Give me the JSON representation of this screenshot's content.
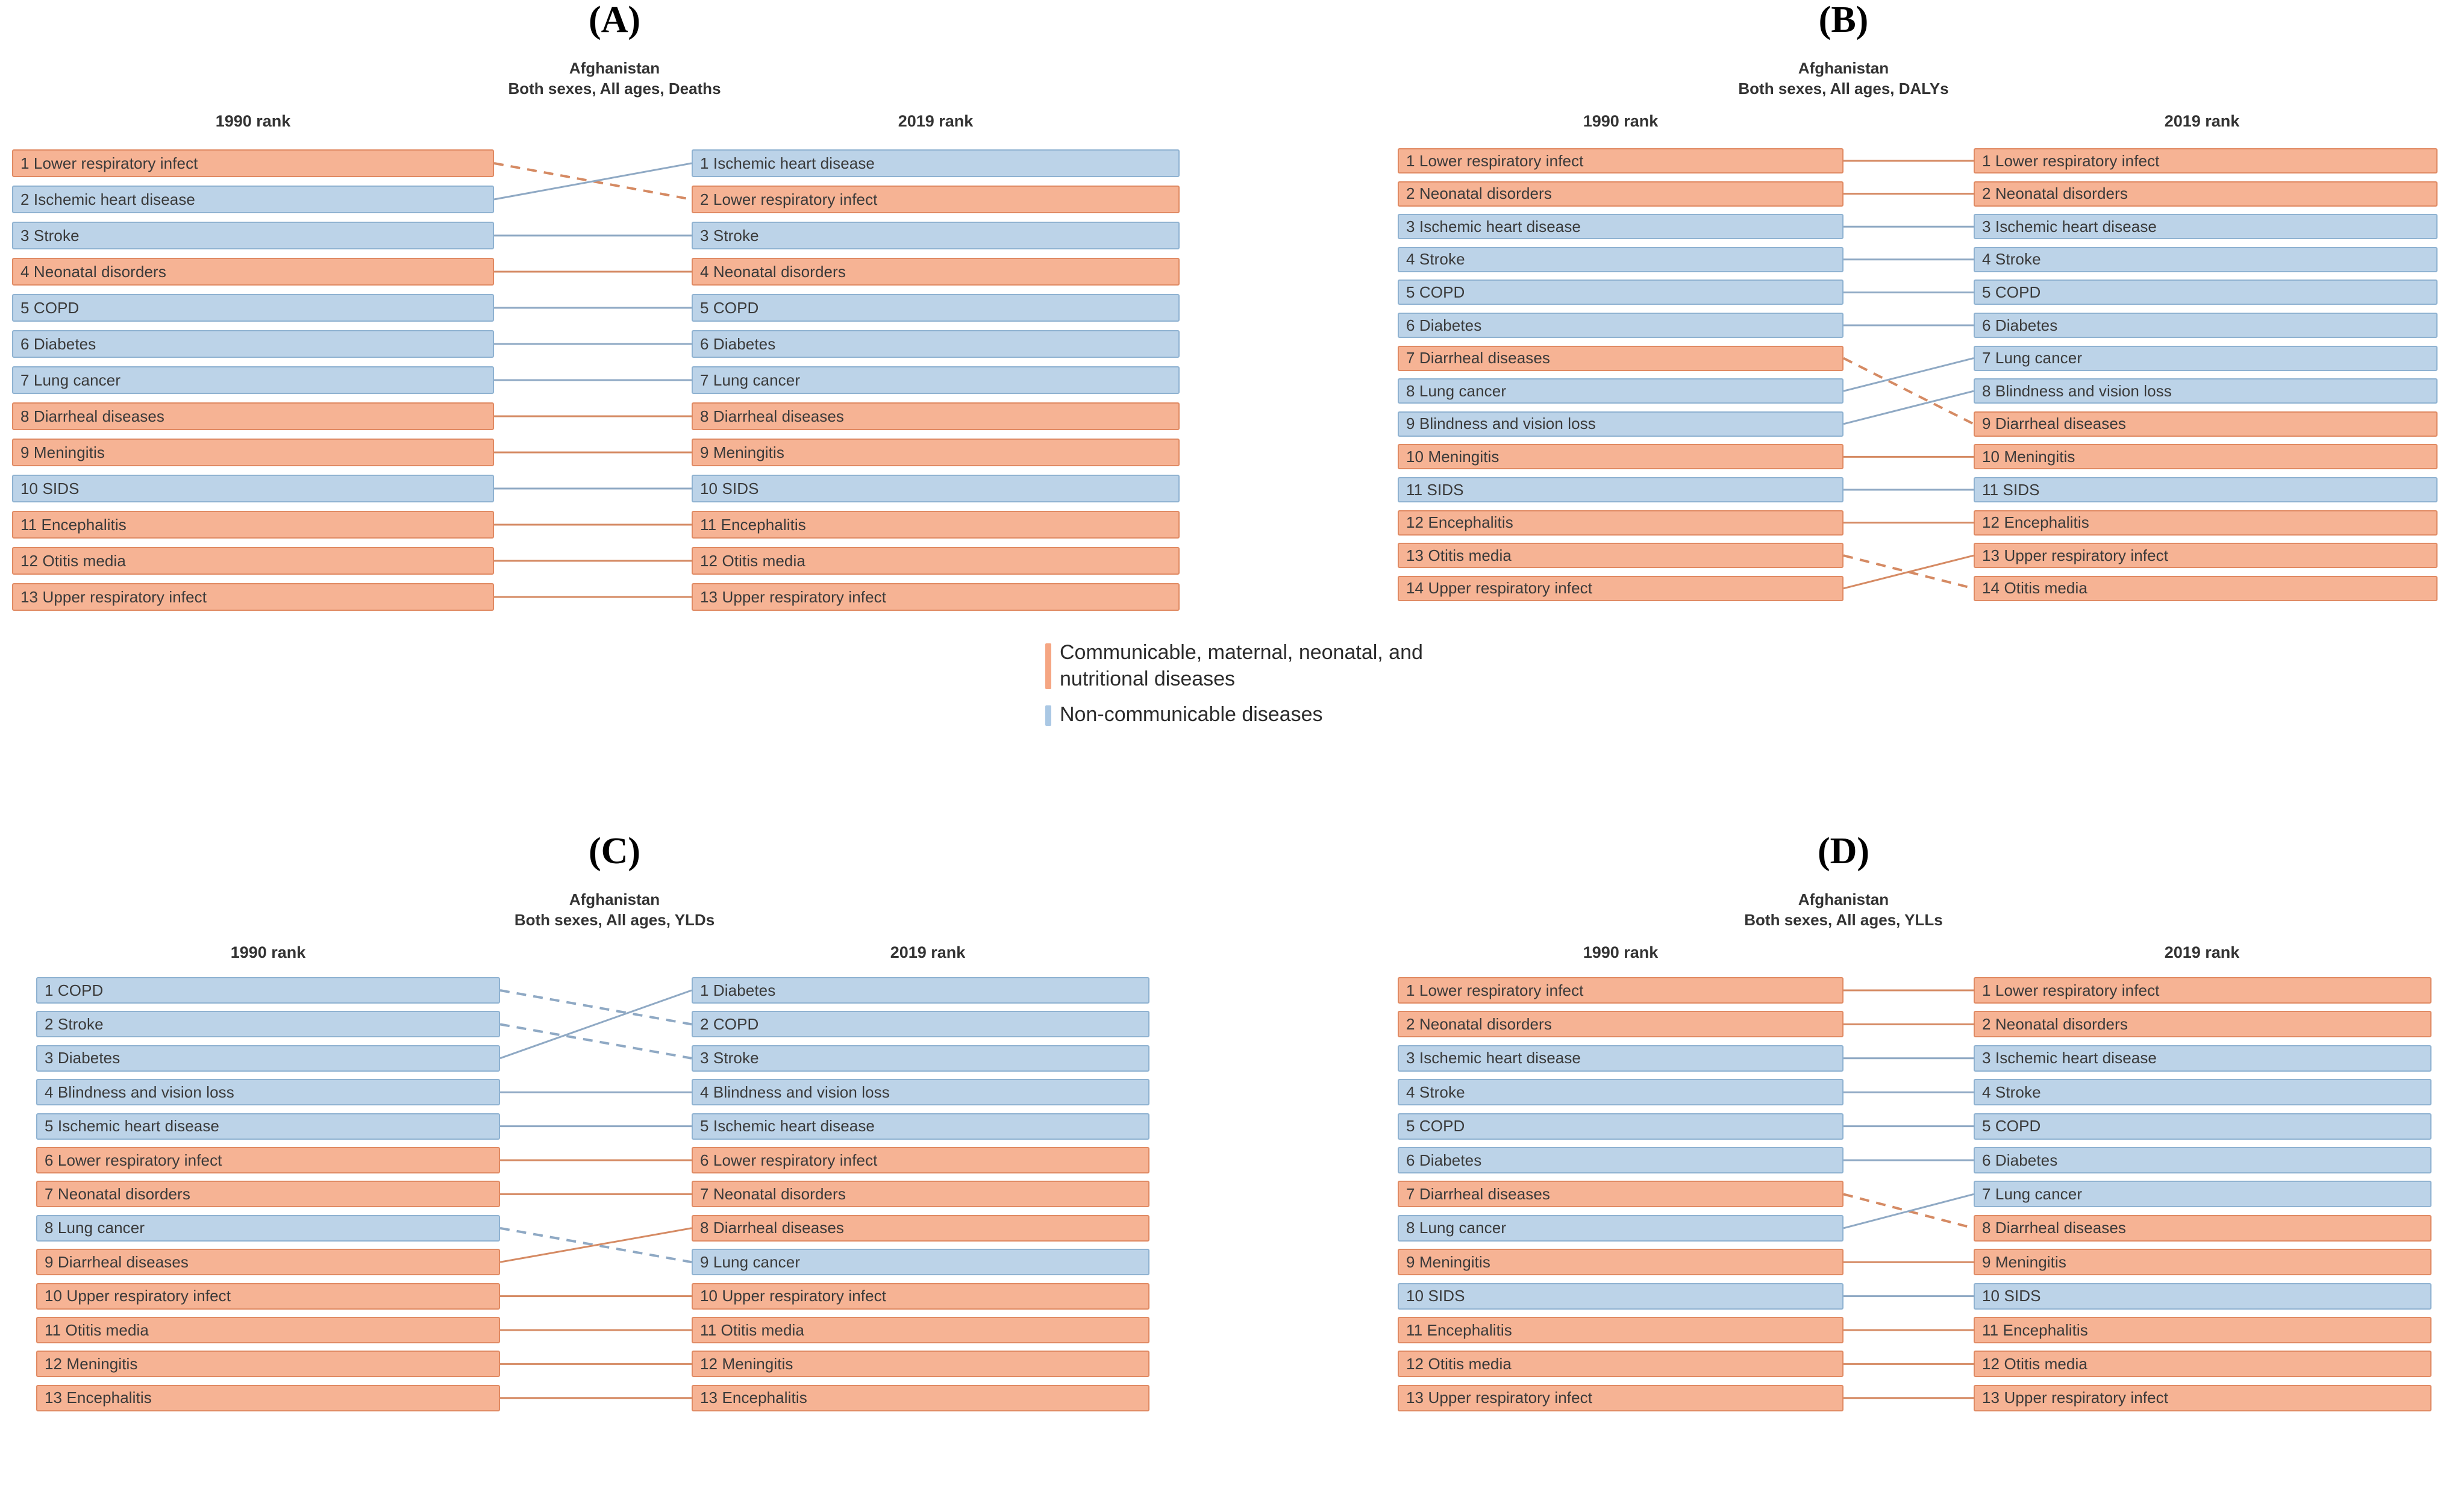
{
  "legend": {
    "items": [
      {
        "label": "Communicable, maternal, neonatal, and nutritional diseases",
        "color": "#f5a683",
        "key": "cmnn"
      },
      {
        "label": "Non-communicable diseases",
        "color": "#aac8e4",
        "key": "ncd"
      }
    ]
  },
  "colors": {
    "cmnn_fill": "#f6b394",
    "cmnn_stroke": "#e08a63",
    "ncd_fill": "#bcd3e8",
    "ncd_stroke": "#8fb2d1",
    "link_cmnn": "#d58a63",
    "link_ncd": "#8fa9c4"
  },
  "chart_data": {
    "type": "table",
    "title": "Afghanistan leading causes ranking, 1990 vs 2019",
    "panels": [
      {
        "id": "A",
        "letter": "(A)",
        "location": "Afghanistan",
        "measure_line": "Both sexes, All ages, Deaths",
        "left_header": "1990 rank",
        "right_header": "2019 rank",
        "left": [
          {
            "rank": 1,
            "label": "1 Lower respiratory infect",
            "cause": "Lower respiratory infect",
            "group": "cmnn"
          },
          {
            "rank": 2,
            "label": "2 Ischemic heart disease",
            "cause": "Ischemic heart disease",
            "group": "ncd"
          },
          {
            "rank": 3,
            "label": "3 Stroke",
            "cause": "Stroke",
            "group": "ncd"
          },
          {
            "rank": 4,
            "label": "4 Neonatal disorders",
            "cause": "Neonatal disorders",
            "group": "cmnn"
          },
          {
            "rank": 5,
            "label": "5 COPD",
            "cause": "COPD",
            "group": "ncd"
          },
          {
            "rank": 6,
            "label": "6 Diabetes",
            "cause": "Diabetes",
            "group": "ncd"
          },
          {
            "rank": 7,
            "label": "7 Lung cancer",
            "cause": "Lung cancer",
            "group": "ncd"
          },
          {
            "rank": 8,
            "label": "8 Diarrheal diseases",
            "cause": "Diarrheal diseases",
            "group": "cmnn"
          },
          {
            "rank": 9,
            "label": "9 Meningitis",
            "cause": "Meningitis",
            "group": "cmnn"
          },
          {
            "rank": 10,
            "label": "10 SIDS",
            "cause": "SIDS",
            "group": "ncd"
          },
          {
            "rank": 11,
            "label": "11 Encephalitis",
            "cause": "Encephalitis",
            "group": "cmnn"
          },
          {
            "rank": 12,
            "label": "12 Otitis media",
            "cause": "Otitis media",
            "group": "cmnn"
          },
          {
            "rank": 13,
            "label": "13 Upper respiratory infect",
            "cause": "Upper respiratory infect",
            "group": "cmnn"
          }
        ],
        "right": [
          {
            "rank": 1,
            "label": "1 Ischemic heart disease",
            "cause": "Ischemic heart disease",
            "group": "ncd"
          },
          {
            "rank": 2,
            "label": "2 Lower respiratory infect",
            "cause": "Lower respiratory infect",
            "group": "cmnn"
          },
          {
            "rank": 3,
            "label": "3 Stroke",
            "cause": "Stroke",
            "group": "ncd"
          },
          {
            "rank": 4,
            "label": "4 Neonatal disorders",
            "cause": "Neonatal disorders",
            "group": "cmnn"
          },
          {
            "rank": 5,
            "label": "5 COPD",
            "cause": "COPD",
            "group": "ncd"
          },
          {
            "rank": 6,
            "label": "6 Diabetes",
            "cause": "Diabetes",
            "group": "ncd"
          },
          {
            "rank": 7,
            "label": "7 Lung cancer",
            "cause": "Lung cancer",
            "group": "ncd"
          },
          {
            "rank": 8,
            "label": "8 Diarrheal diseases",
            "cause": "Diarrheal diseases",
            "group": "cmnn"
          },
          {
            "rank": 9,
            "label": "9 Meningitis",
            "cause": "Meningitis",
            "group": "cmnn"
          },
          {
            "rank": 10,
            "label": "10 SIDS",
            "cause": "SIDS",
            "group": "ncd"
          },
          {
            "rank": 11,
            "label": "11 Encephalitis",
            "cause": "Encephalitis",
            "group": "cmnn"
          },
          {
            "rank": 12,
            "label": "12 Otitis media",
            "cause": "Otitis media",
            "group": "cmnn"
          },
          {
            "rank": 13,
            "label": "13 Upper respiratory infect",
            "cause": "Upper respiratory infect",
            "group": "cmnn"
          }
        ]
      },
      {
        "id": "B",
        "letter": "(B)",
        "location": "Afghanistan",
        "measure_line": "Both sexes, All ages, DALYs",
        "left_header": "1990 rank",
        "right_header": "2019 rank",
        "left": [
          {
            "rank": 1,
            "label": "1 Lower respiratory infect",
            "cause": "Lower respiratory infect",
            "group": "cmnn"
          },
          {
            "rank": 2,
            "label": "2 Neonatal disorders",
            "cause": "Neonatal disorders",
            "group": "cmnn"
          },
          {
            "rank": 3,
            "label": "3 Ischemic heart disease",
            "cause": "Ischemic heart disease",
            "group": "ncd"
          },
          {
            "rank": 4,
            "label": "4 Stroke",
            "cause": "Stroke",
            "group": "ncd"
          },
          {
            "rank": 5,
            "label": "5 COPD",
            "cause": "COPD",
            "group": "ncd"
          },
          {
            "rank": 6,
            "label": "6 Diabetes",
            "cause": "Diabetes",
            "group": "ncd"
          },
          {
            "rank": 7,
            "label": "7 Diarrheal diseases",
            "cause": "Diarrheal diseases",
            "group": "cmnn"
          },
          {
            "rank": 8,
            "label": "8 Lung cancer",
            "cause": "Lung cancer",
            "group": "ncd"
          },
          {
            "rank": 9,
            "label": "9 Blindness and vision loss",
            "cause": "Blindness and vision loss",
            "group": "ncd"
          },
          {
            "rank": 10,
            "label": "10 Meningitis",
            "cause": "Meningitis",
            "group": "cmnn"
          },
          {
            "rank": 11,
            "label": "11 SIDS",
            "cause": "SIDS",
            "group": "ncd"
          },
          {
            "rank": 12,
            "label": "12 Encephalitis",
            "cause": "Encephalitis",
            "group": "cmnn"
          },
          {
            "rank": 13,
            "label": "13 Otitis media",
            "cause": "Otitis media",
            "group": "cmnn"
          },
          {
            "rank": 14,
            "label": "14 Upper respiratory infect",
            "cause": "Upper respiratory infect",
            "group": "cmnn"
          }
        ],
        "right": [
          {
            "rank": 1,
            "label": "1 Lower respiratory infect",
            "cause": "Lower respiratory infect",
            "group": "cmnn"
          },
          {
            "rank": 2,
            "label": "2 Neonatal disorders",
            "cause": "Neonatal disorders",
            "group": "cmnn"
          },
          {
            "rank": 3,
            "label": "3 Ischemic heart disease",
            "cause": "Ischemic heart disease",
            "group": "ncd"
          },
          {
            "rank": 4,
            "label": "4 Stroke",
            "cause": "Stroke",
            "group": "ncd"
          },
          {
            "rank": 5,
            "label": "5 COPD",
            "cause": "COPD",
            "group": "ncd"
          },
          {
            "rank": 6,
            "label": "6 Diabetes",
            "cause": "Diabetes",
            "group": "ncd"
          },
          {
            "rank": 7,
            "label": "7 Lung cancer",
            "cause": "Lung cancer",
            "group": "ncd"
          },
          {
            "rank": 8,
            "label": "8 Blindness and vision loss",
            "cause": "Blindness and vision loss",
            "group": "ncd"
          },
          {
            "rank": 9,
            "label": "9 Diarrheal diseases",
            "cause": "Diarrheal diseases",
            "group": "cmnn"
          },
          {
            "rank": 10,
            "label": "10 Meningitis",
            "cause": "Meningitis",
            "group": "cmnn"
          },
          {
            "rank": 11,
            "label": "11 SIDS",
            "cause": "SIDS",
            "group": "ncd"
          },
          {
            "rank": 12,
            "label": "12 Encephalitis",
            "cause": "Encephalitis",
            "group": "cmnn"
          },
          {
            "rank": 13,
            "label": "13 Upper respiratory infect",
            "cause": "Upper respiratory infect",
            "group": "cmnn"
          },
          {
            "rank": 14,
            "label": "14 Otitis media",
            "cause": "Otitis media",
            "group": "cmnn"
          }
        ]
      },
      {
        "id": "C",
        "letter": "(C)",
        "location": "Afghanistan",
        "measure_line": "Both sexes, All ages, YLDs",
        "left_header": "1990 rank",
        "right_header": "2019 rank",
        "left": [
          {
            "rank": 1,
            "label": "1 COPD",
            "cause": "COPD",
            "group": "ncd"
          },
          {
            "rank": 2,
            "label": "2 Stroke",
            "cause": "Stroke",
            "group": "ncd"
          },
          {
            "rank": 3,
            "label": "3 Diabetes",
            "cause": "Diabetes",
            "group": "ncd"
          },
          {
            "rank": 4,
            "label": "4 Blindness and vision loss",
            "cause": "Blindness and vision loss",
            "group": "ncd"
          },
          {
            "rank": 5,
            "label": "5 Ischemic heart disease",
            "cause": "Ischemic heart disease",
            "group": "ncd"
          },
          {
            "rank": 6,
            "label": "6 Lower respiratory infect",
            "cause": "Lower respiratory infect",
            "group": "cmnn"
          },
          {
            "rank": 7,
            "label": "7 Neonatal disorders",
            "cause": "Neonatal disorders",
            "group": "cmnn"
          },
          {
            "rank": 8,
            "label": "8 Lung cancer",
            "cause": "Lung cancer",
            "group": "ncd"
          },
          {
            "rank": 9,
            "label": "9 Diarrheal diseases",
            "cause": "Diarrheal diseases",
            "group": "cmnn"
          },
          {
            "rank": 10,
            "label": "10 Upper respiratory infect",
            "cause": "Upper respiratory infect",
            "group": "cmnn"
          },
          {
            "rank": 11,
            "label": "11 Otitis media",
            "cause": "Otitis media",
            "group": "cmnn"
          },
          {
            "rank": 12,
            "label": "12 Meningitis",
            "cause": "Meningitis",
            "group": "cmnn"
          },
          {
            "rank": 13,
            "label": "13 Encephalitis",
            "cause": "Encephalitis",
            "group": "cmnn"
          }
        ],
        "right": [
          {
            "rank": 1,
            "label": "1 Diabetes",
            "cause": "Diabetes",
            "group": "ncd"
          },
          {
            "rank": 2,
            "label": "2 COPD",
            "cause": "COPD",
            "group": "ncd"
          },
          {
            "rank": 3,
            "label": "3 Stroke",
            "cause": "Stroke",
            "group": "ncd"
          },
          {
            "rank": 4,
            "label": "4 Blindness and vision loss",
            "cause": "Blindness and vision loss",
            "group": "ncd"
          },
          {
            "rank": 5,
            "label": "5 Ischemic heart disease",
            "cause": "Ischemic heart disease",
            "group": "ncd"
          },
          {
            "rank": 6,
            "label": "6 Lower respiratory infect",
            "cause": "Lower respiratory infect",
            "group": "cmnn"
          },
          {
            "rank": 7,
            "label": "7 Neonatal disorders",
            "cause": "Neonatal disorders",
            "group": "cmnn"
          },
          {
            "rank": 8,
            "label": "8 Diarrheal diseases",
            "cause": "Diarrheal diseases",
            "group": "cmnn"
          },
          {
            "rank": 9,
            "label": "9 Lung cancer",
            "cause": "Lung cancer",
            "group": "ncd"
          },
          {
            "rank": 10,
            "label": "10 Upper respiratory infect",
            "cause": "Upper respiratory infect",
            "group": "cmnn"
          },
          {
            "rank": 11,
            "label": "11 Otitis media",
            "cause": "Otitis media",
            "group": "cmnn"
          },
          {
            "rank": 12,
            "label": "12 Meningitis",
            "cause": "Meningitis",
            "group": "cmnn"
          },
          {
            "rank": 13,
            "label": "13 Encephalitis",
            "cause": "Encephalitis",
            "group": "cmnn"
          }
        ]
      },
      {
        "id": "D",
        "letter": "(D)",
        "location": "Afghanistan",
        "measure_line": "Both sexes, All ages, YLLs",
        "left_header": "1990 rank",
        "right_header": "2019 rank",
        "left": [
          {
            "rank": 1,
            "label": "1 Lower respiratory infect",
            "cause": "Lower respiratory infect",
            "group": "cmnn"
          },
          {
            "rank": 2,
            "label": "2 Neonatal disorders",
            "cause": "Neonatal disorders",
            "group": "cmnn"
          },
          {
            "rank": 3,
            "label": "3 Ischemic heart disease",
            "cause": "Ischemic heart disease",
            "group": "ncd"
          },
          {
            "rank": 4,
            "label": "4 Stroke",
            "cause": "Stroke",
            "group": "ncd"
          },
          {
            "rank": 5,
            "label": "5 COPD",
            "cause": "COPD",
            "group": "ncd"
          },
          {
            "rank": 6,
            "label": "6 Diabetes",
            "cause": "Diabetes",
            "group": "ncd"
          },
          {
            "rank": 7,
            "label": "7 Diarrheal diseases",
            "cause": "Diarrheal diseases",
            "group": "cmnn"
          },
          {
            "rank": 8,
            "label": "8 Lung cancer",
            "cause": "Lung cancer",
            "group": "ncd"
          },
          {
            "rank": 9,
            "label": "9 Meningitis",
            "cause": "Meningitis",
            "group": "cmnn"
          },
          {
            "rank": 10,
            "label": "10 SIDS",
            "cause": "SIDS",
            "group": "ncd"
          },
          {
            "rank": 11,
            "label": "11 Encephalitis",
            "cause": "Encephalitis",
            "group": "cmnn"
          },
          {
            "rank": 12,
            "label": "12 Otitis media",
            "cause": "Otitis media",
            "group": "cmnn"
          },
          {
            "rank": 13,
            "label": "13 Upper respiratory infect",
            "cause": "Upper respiratory infect",
            "group": "cmnn"
          }
        ],
        "right": [
          {
            "rank": 1,
            "label": "1 Lower respiratory infect",
            "cause": "Lower respiratory infect",
            "group": "cmnn"
          },
          {
            "rank": 2,
            "label": "2 Neonatal disorders",
            "cause": "Neonatal disorders",
            "group": "cmnn"
          },
          {
            "rank": 3,
            "label": "3 Ischemic heart disease",
            "cause": "Ischemic heart disease",
            "group": "ncd"
          },
          {
            "rank": 4,
            "label": "4 Stroke",
            "cause": "Stroke",
            "group": "ncd"
          },
          {
            "rank": 5,
            "label": "5 COPD",
            "cause": "COPD",
            "group": "ncd"
          },
          {
            "rank": 6,
            "label": "6 Diabetes",
            "cause": "Diabetes",
            "group": "ncd"
          },
          {
            "rank": 7,
            "label": "7 Lung cancer",
            "cause": "Lung cancer",
            "group": "ncd"
          },
          {
            "rank": 8,
            "label": "8 Diarrheal diseases",
            "cause": "Diarrheal diseases",
            "group": "cmnn"
          },
          {
            "rank": 9,
            "label": "9 Meningitis",
            "cause": "Meningitis",
            "group": "cmnn"
          },
          {
            "rank": 10,
            "label": "10 SIDS",
            "cause": "SIDS",
            "group": "ncd"
          },
          {
            "rank": 11,
            "label": "11 Encephalitis",
            "cause": "Encephalitis",
            "group": "cmnn"
          },
          {
            "rank": 12,
            "label": "12 Otitis media",
            "cause": "Otitis media",
            "group": "cmnn"
          },
          {
            "rank": 13,
            "label": "13 Upper respiratory infect",
            "cause": "Upper respiratory infect",
            "group": "cmnn"
          }
        ]
      }
    ]
  }
}
